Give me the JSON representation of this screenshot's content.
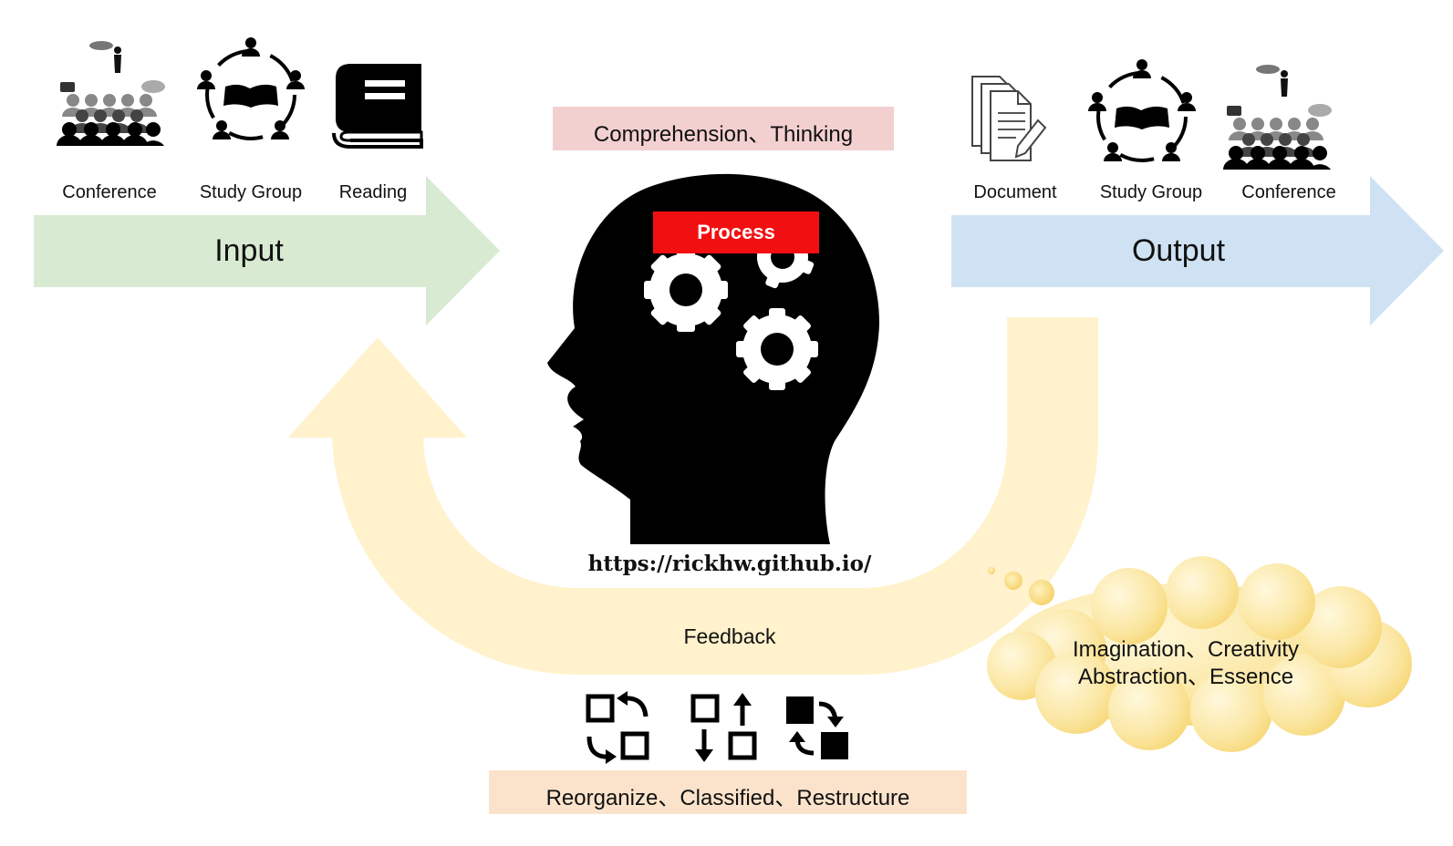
{
  "input": {
    "label": "Input",
    "items": [
      {
        "label": "Conference",
        "icon": "conference-icon"
      },
      {
        "label": "Study Group",
        "icon": "study-group-icon"
      },
      {
        "label": "Reading",
        "icon": "book-icon"
      }
    ]
  },
  "process": {
    "header": "Comprehension、Thinking",
    "label": "Process",
    "url": "https://rickhw.github.io/"
  },
  "output": {
    "label": "Output",
    "items": [
      {
        "label": "Document",
        "icon": "document-icon"
      },
      {
        "label": "Study Group",
        "icon": "study-group-icon"
      },
      {
        "label": "Conference",
        "icon": "conference-icon"
      }
    ]
  },
  "feedback": {
    "label": "Feedback",
    "actions": "Reorganize、Classified、Restructure",
    "icons": [
      "swap-icon",
      "reorder-icon",
      "restructure-icon"
    ]
  },
  "thought": {
    "line1": "Imagination、Creativity",
    "line2": "Abstraction、Essence"
  },
  "colors": {
    "input_arrow": "#d9ead3",
    "output_arrow": "#cfe2f3",
    "feedback_arrow": "#fff2cc",
    "process_label": "#f10f12",
    "header_box": "#f3d0d0",
    "actions_box": "#fbe3cb",
    "cloud": "#f9dd85"
  }
}
